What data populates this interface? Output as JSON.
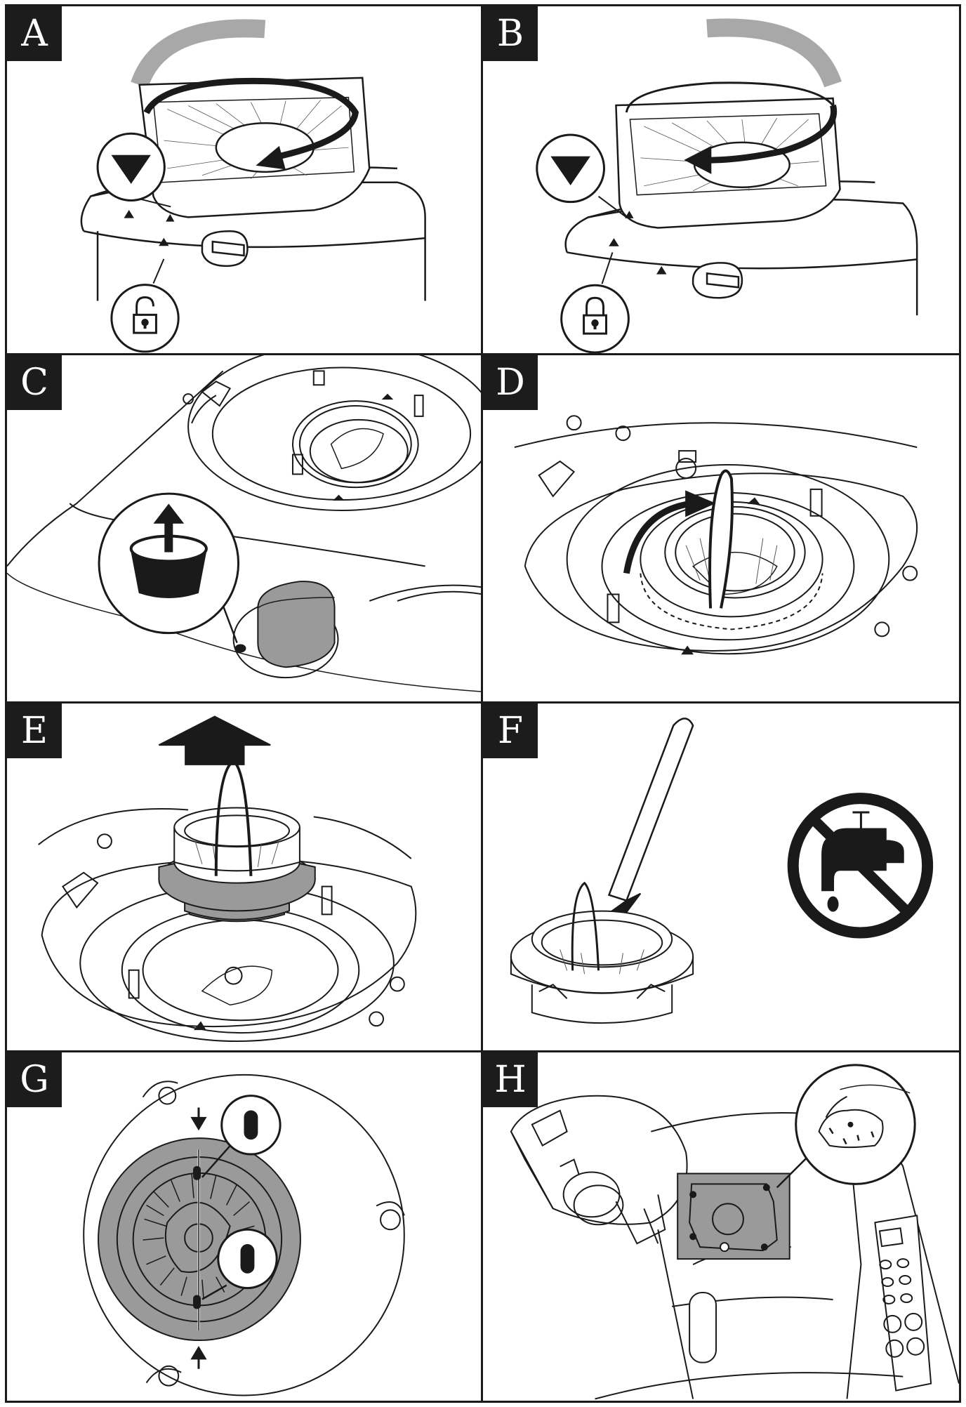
{
  "panels": [
    {
      "id": "a",
      "label": "A",
      "icon": "unlock-icon"
    },
    {
      "id": "b",
      "label": "B",
      "icon": "lock-icon"
    },
    {
      "id": "c",
      "label": "C",
      "icon": "lift-container-icon"
    },
    {
      "id": "d",
      "label": "D",
      "icon": "handle-lift-arrow-icon"
    },
    {
      "id": "e",
      "label": "E",
      "icon": "up-arrow-icon"
    },
    {
      "id": "f",
      "label": "F",
      "icon": "no-water-icon"
    },
    {
      "id": "g",
      "label": "G",
      "icon": "alignment-mark-icon"
    },
    {
      "id": "h",
      "label": "H",
      "icon": "wipe-cloth-icon"
    }
  ],
  "colors": {
    "ink": "#1a1a1a",
    "fill_gray": "#9a9a9a",
    "arrow_gray": "#a8a8a8",
    "label_bg": "#1c1c1c"
  }
}
